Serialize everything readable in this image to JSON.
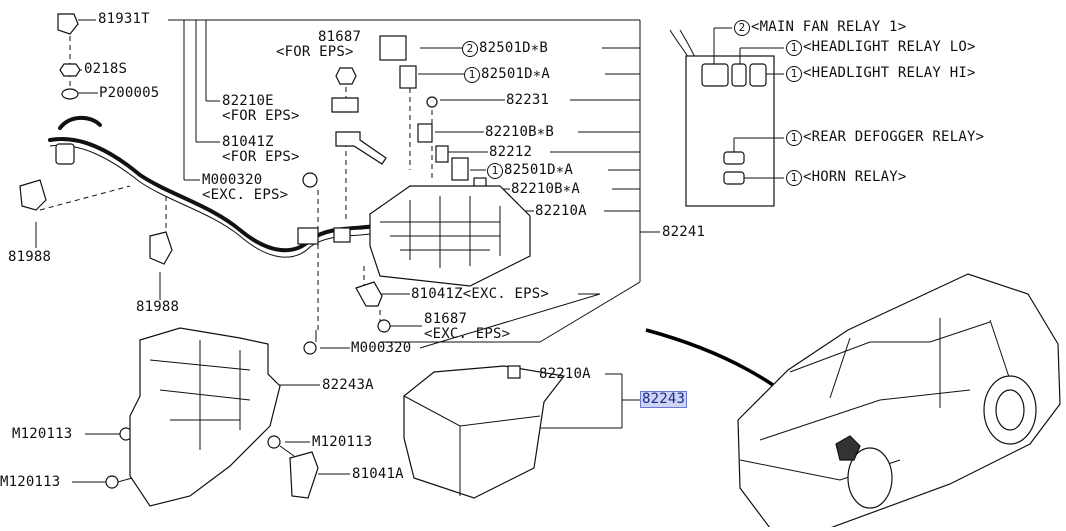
{
  "labels": {
    "p81931T": "81931T",
    "p0218S": "0218S",
    "pP200005": "P200005",
    "p81988a": "81988",
    "p81988b": "81988",
    "p81687_eps": "81687",
    "note_for_eps_1": "<FOR EPS>",
    "p82210E": "82210E",
    "note_for_eps_2": "<FOR EPS>",
    "p81041Z": "81041Z",
    "note_for_eps_3": "<FOR EPS>",
    "pM000320_exc": "M000320",
    "note_exc_eps_1": "<EXC. EPS>",
    "p82501DB": "82501D∗B",
    "p82501DA": "82501D∗A",
    "p82231": "82231",
    "p82210BB": "82210B∗B",
    "p82212": "82212",
    "p82501DA2": "82501D∗A",
    "p82210BA": "82210B∗A",
    "p82210A": "82210A",
    "p82241": "82241",
    "p81041Z_exc": "81041Z<EXC. EPS>",
    "p81687_exc": "81687",
    "note_exc_eps_2": "<EXC. EPS>",
    "pM000320": "M000320",
    "p82243A": "82243A",
    "pM120113a": "M120113",
    "pM120113b": "M120113",
    "pM120113c": "M120113",
    "p81041A": "81041A",
    "p82210A_2": "82210A",
    "p82243": "82243"
  },
  "relay_legend": [
    {
      "num": "2",
      "text": "<MAIN FAN RELAY 1>"
    },
    {
      "num": "1",
      "text": "<HEADLIGHT RELAY LO>"
    },
    {
      "num": "1",
      "text": "<HEADLIGHT RELAY HI>"
    },
    {
      "num": "1",
      "text": "<REAR DEFOGGER RELAY>"
    },
    {
      "num": "1",
      "text": "<HORN RELAY>"
    }
  ],
  "callout_nums": {
    "c82501DB": "2",
    "c82501DA": "1",
    "c82501DA2": "1"
  },
  "colors": {
    "highlight_bg": "#cfd4f4",
    "highlight_text": "#1c2a8a",
    "line": "#111111"
  }
}
